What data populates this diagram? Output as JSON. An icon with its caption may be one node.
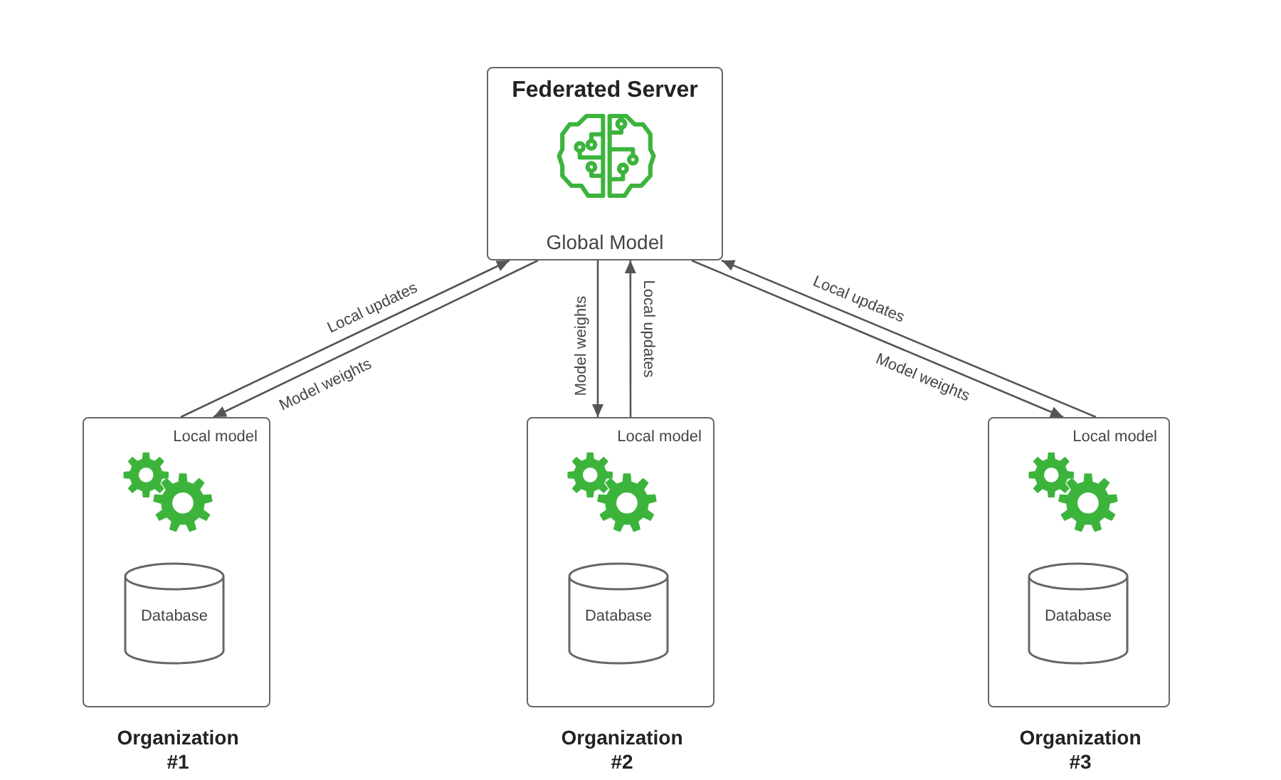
{
  "diagram": {
    "nodes": [
      {
        "text": [
          "Federated Server",
          "Global Model"
        ]
      },
      {
        "text": [
          "Local model",
          "Organization #1"
        ]
      },
      {
        "text": [
          "Database"
        ],
        "in": 1
      },
      {
        "text": [
          "Local model",
          "Organization #2"
        ]
      },
      {
        "text": [
          "Database"
        ],
        "in": 3
      },
      {
        "text": [
          "Local model",
          "Organization #3"
        ]
      },
      {
        "text": [
          "Database"
        ],
        "in": 5
      }
    ],
    "edges": [
      {
        "from": 1,
        "to": 0,
        "arrow": "to",
        "label": "Local updates"
      },
      {
        "from": 0,
        "to": 1,
        "arrow": "to",
        "label": "Model weights"
      },
      {
        "from": 0,
        "to": 3,
        "arrow": "to",
        "label": "Model weights"
      },
      {
        "from": 3,
        "to": 0,
        "arrow": "to",
        "label": "Local updates"
      },
      {
        "from": 5,
        "to": 0,
        "arrow": "to",
        "label": "Local updates"
      },
      {
        "from": 0,
        "to": 5,
        "arrow": "to",
        "label": "Model weights"
      }
    ]
  }
}
